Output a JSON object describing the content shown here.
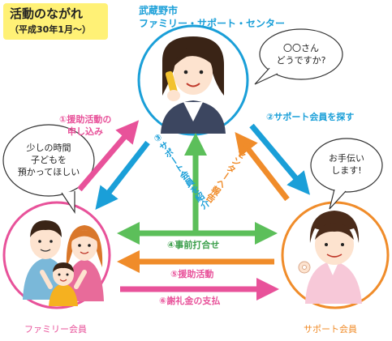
{
  "title": "活動のながれ",
  "subtitle": "（平成30年1月〜）",
  "center": {
    "line1": "武蔵野市",
    "line2": "ファミリー・サポート・センター",
    "bubble_line1": "〇〇さん",
    "bubble_line2": "どうですか?"
  },
  "family": {
    "label": "ファミリー会員",
    "bubble_line1": "少しの時間",
    "bubble_line2": "子どもを",
    "bubble_line3": "預かってほしい"
  },
  "support": {
    "label": "サポート会員",
    "bubble_line1": "お手伝い",
    "bubble_line2": "します!"
  },
  "steps": [
    {
      "num": "①",
      "text_line1": "援助活動の",
      "text_line2": "申し込み"
    },
    {
      "num": "②",
      "text": "サポート会員を探す"
    },
    {
      "num": "③",
      "text": "サポート会員を紹介"
    },
    {
      "num": "④",
      "text": "事前打合せ"
    },
    {
      "num": "⑤",
      "text": "援助活動"
    },
    {
      "num": "⑥",
      "text": "謝礼金の支払"
    },
    {
      "num": "⑦",
      "text": "センターへ報告"
    }
  ],
  "colors": {
    "pink": "#e8529a",
    "blue": "#1a9fd8",
    "orange": "#f08c2a",
    "green": "#5cbf5a",
    "title_bg": "#fff176"
  }
}
